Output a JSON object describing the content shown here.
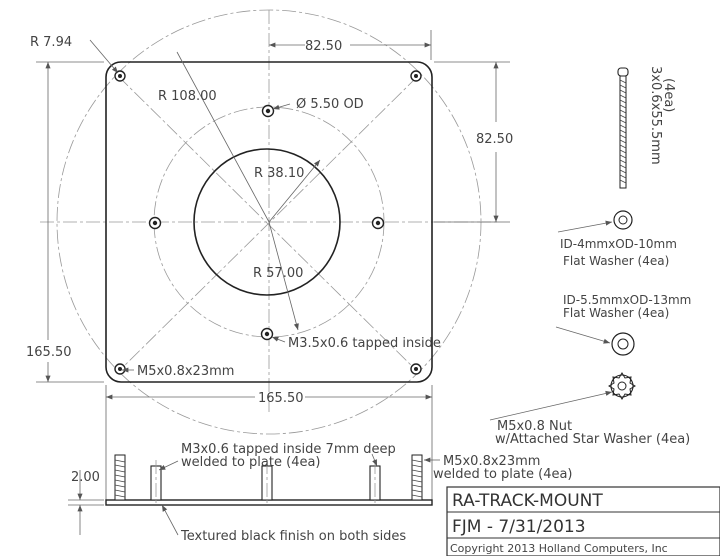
{
  "dimensions": {
    "corner_radius": "R 7.94",
    "top_width": "82.50",
    "right_height": "82.50",
    "radius_outer_circle": "R 108.00",
    "hole_od": "Ø 5.50 OD",
    "radius_center_hole": "R 38.10",
    "radius_bolt_circle": "R 57.00",
    "tapped_inside": "M3.5x0.6 tapped inside",
    "bolt_label": "M5x0.8x23mm",
    "left_height": "165.50",
    "bottom_width": "165.50",
    "plate_thickness": "2.00"
  },
  "side_view": {
    "standoff_note_1": "M3x0.6 tapped inside 7mm deep",
    "standoff_note_2": "welded to plate (4ea)",
    "stud_note_1": "M5x0.8x23mm",
    "stud_note_2": "welded to plate (4ea)",
    "finish_note": "Textured black finish on both sides"
  },
  "parts": {
    "screw_1": "3x0.6x55.5mm",
    "screw_2": "(4ea)",
    "washer_small_1": "ID-4mmxOD-10mm",
    "washer_small_2": "Flat Washer (4ea)",
    "washer_large_1": "ID-5.5mmxOD-13mm",
    "washer_large_2": "Flat Washer (4ea)",
    "nut_1": "M5x0.8 Nut",
    "nut_2": "w/Attached Star Washer (4ea)"
  },
  "title_block": {
    "part_name": "RA-TRACK-MOUNT",
    "author_date": "FJM - 7/31/2013",
    "copyright": "Copyright 2013 Holland Computers, Inc"
  }
}
